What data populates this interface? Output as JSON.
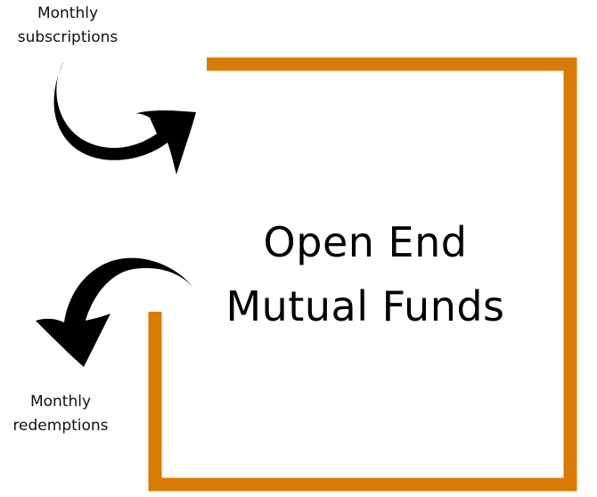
{
  "diagram": {
    "title_lines": [
      "Open End",
      "Mutual Funds"
    ],
    "inflow_label_lines": [
      "Monthly",
      "subscriptions"
    ],
    "outflow_label_lines": [
      "Monthly",
      "redemptions"
    ],
    "colors": {
      "frame": "#D97B07",
      "arrow": "#000000",
      "text": "#000000"
    },
    "icons": [
      "curved-arrow-in-icon",
      "curved-arrow-out-icon"
    ]
  }
}
